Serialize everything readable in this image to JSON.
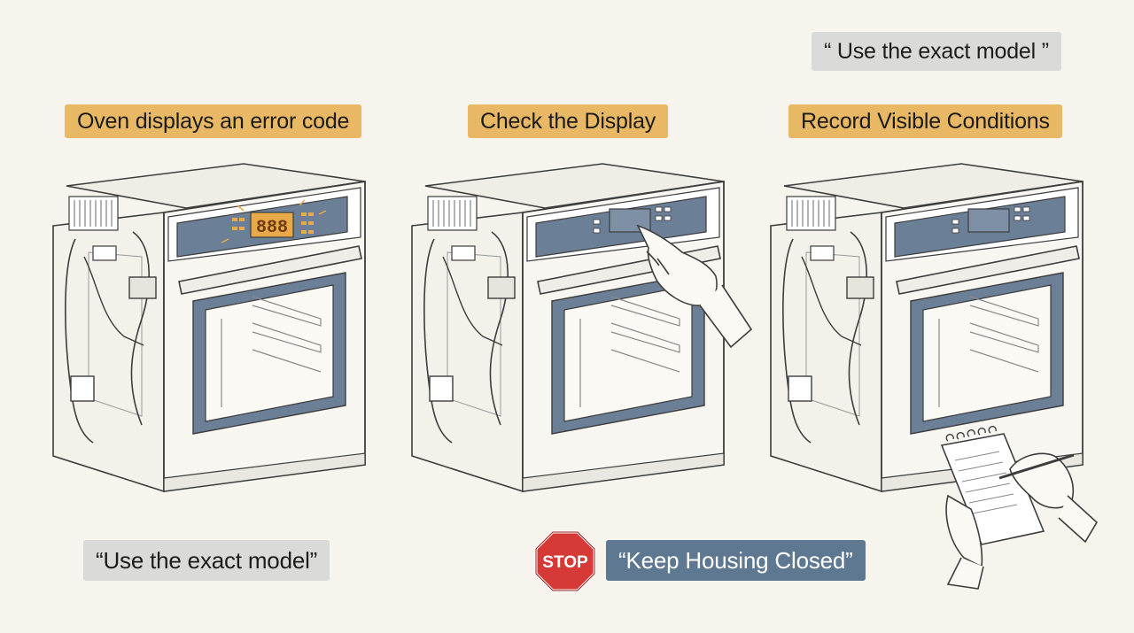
{
  "steps": [
    {
      "title": "Oven displays an error code",
      "display_code": "888"
    },
    {
      "title": "Check the Display"
    },
    {
      "title": "Record Visible Conditions"
    }
  ],
  "notes": {
    "top_right": "“ Use the exact model ”",
    "bottom_left": "“Use the exact model”",
    "bottom_center": "“Keep Housing Closed”"
  },
  "stop_sign_text": "STOP",
  "colors": {
    "background": "#f6f4ec",
    "title_tag": "#e8b865",
    "note_tag": "#dadbd9",
    "warning_tag": "#5f7892",
    "control_panel": "#6b7f96",
    "digit_display": "#e8a948",
    "stop_red": "#d63a36"
  }
}
